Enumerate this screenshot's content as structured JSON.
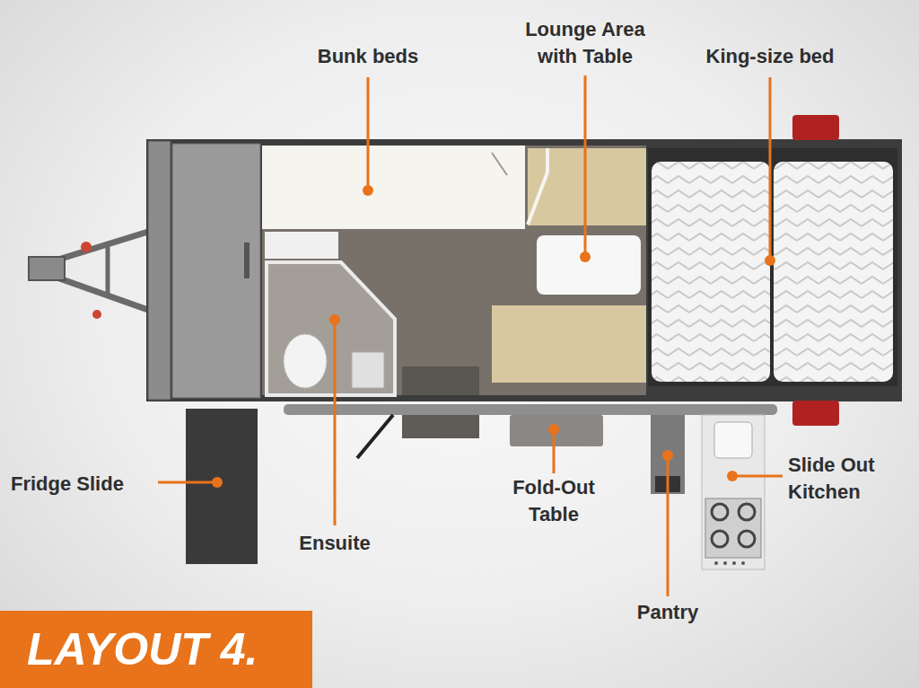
{
  "diagram": {
    "title": "LAYOUT 4.",
    "labels": [
      "Bunk beds",
      "Lounge Area with Table",
      "King-size bed",
      "Fridge Slide",
      "Ensuite",
      "Fold-Out Table",
      "Pantry",
      "Slide Out Kitchen"
    ]
  }
}
